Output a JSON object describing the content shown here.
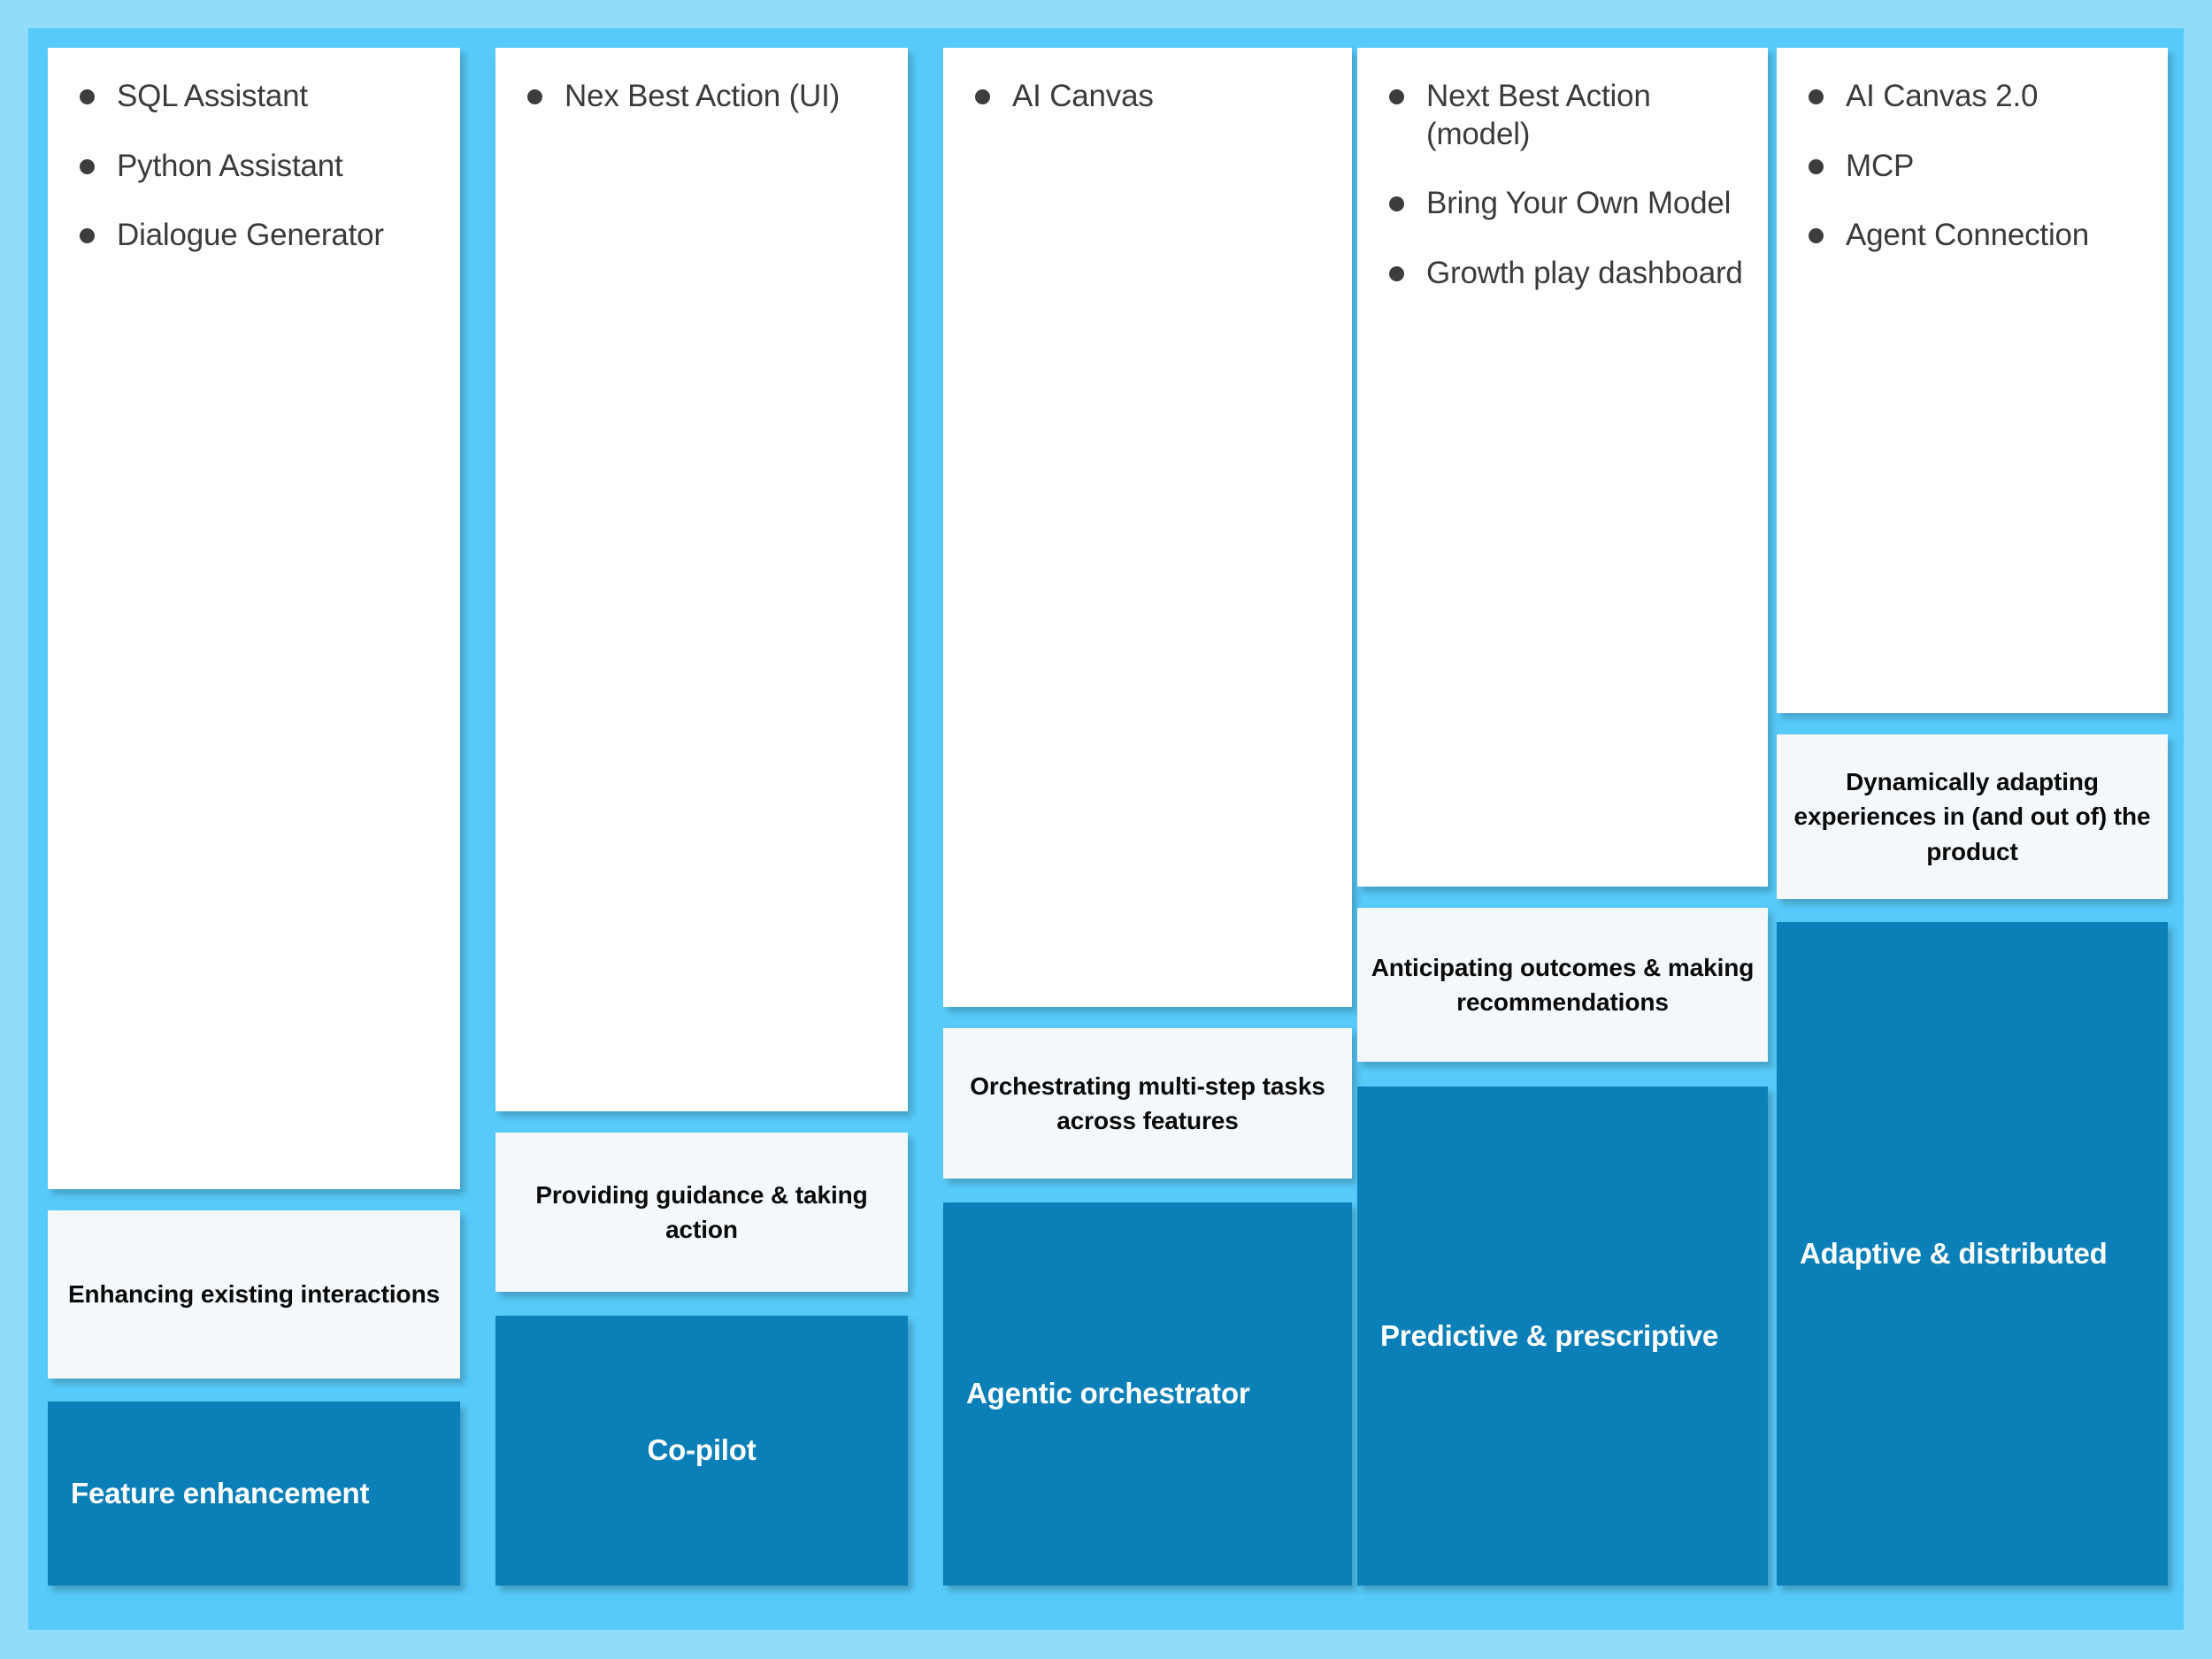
{
  "theme": {
    "outer_frame_color": "#90dcfb",
    "board_color": "#57caf9",
    "card_color": "#ffffff",
    "descriptor_color": "#f4f8fb",
    "stage_color": "#0b7fb7",
    "bullet_text_color": "#3b3b3b",
    "stage_text_color": "#ffffff"
  },
  "columns": [
    {
      "features": [
        "SQL Assistant",
        "Python Assistant",
        "Dialogue Generator"
      ],
      "descriptor": "Enhancing existing interactions",
      "stage": "Feature enhancement",
      "stage_align": "left"
    },
    {
      "features": [
        "Nex Best Action (UI)"
      ],
      "descriptor": "Providing guidance & taking action",
      "stage": "Co-pilot",
      "stage_align": "center"
    },
    {
      "features": [
        "AI Canvas"
      ],
      "descriptor": "Orchestrating multi-step tasks across features",
      "stage": "Agentic orchestrator",
      "stage_align": "left"
    },
    {
      "features": [
        "Next Best Action (model)",
        "Bring Your Own Model",
        "Growth play dashboard"
      ],
      "descriptor": "Anticipating outcomes & making recommendations",
      "stage": "Predictive & prescriptive",
      "stage_align": "left"
    },
    {
      "features": [
        "AI Canvas 2.0",
        "MCP",
        "Agent Connection"
      ],
      "descriptor": "Dynamically adapting experiences in (and out of) the product",
      "stage": "Adaptive & distributed",
      "stage_align": "left"
    }
  ]
}
